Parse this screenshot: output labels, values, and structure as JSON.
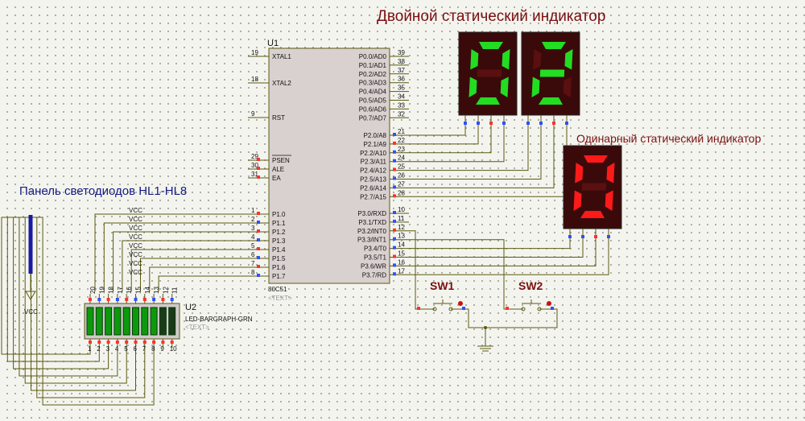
{
  "title_dual": "Двойной статический индикатор",
  "title_single": "Одинарный статический индикатор",
  "title_leds": "Панель светодиодов HL1-HL8",
  "mcu": {
    "ref": "U1",
    "part": "80C51",
    "text_tag": "<TEXT>",
    "left_pins": [
      {
        "num": "19",
        "name": "XTAL1"
      },
      {
        "num": "18",
        "name": "XTAL2"
      },
      {
        "num": "9",
        "name": "RST"
      },
      {
        "num": "29",
        "name": "PSEN"
      },
      {
        "num": "30",
        "name": "ALE"
      },
      {
        "num": "31",
        "name": "EA"
      },
      {
        "num": "1",
        "name": "P1.0"
      },
      {
        "num": "2",
        "name": "P1.1"
      },
      {
        "num": "3",
        "name": "P1.2"
      },
      {
        "num": "4",
        "name": "P1.3"
      },
      {
        "num": "5",
        "name": "P1.4"
      },
      {
        "num": "6",
        "name": "P1.5"
      },
      {
        "num": "7",
        "name": "P1.6"
      },
      {
        "num": "8",
        "name": "P1.7"
      }
    ],
    "right_pins": [
      {
        "num": "39",
        "name": "P0.0/AD0"
      },
      {
        "num": "38",
        "name": "P0.1/AD1"
      },
      {
        "num": "37",
        "name": "P0.2/AD2"
      },
      {
        "num": "36",
        "name": "P0.3/AD3"
      },
      {
        "num": "35",
        "name": "P0.4/AD4"
      },
      {
        "num": "34",
        "name": "P0.5/AD5"
      },
      {
        "num": "33",
        "name": "P0.6/AD6"
      },
      {
        "num": "32",
        "name": "P0.7/AD7"
      },
      {
        "num": "21",
        "name": "P2.0/A8"
      },
      {
        "num": "22",
        "name": "P2.1/A9"
      },
      {
        "num": "23",
        "name": "P2.2/A10"
      },
      {
        "num": "24",
        "name": "P2.3/A11"
      },
      {
        "num": "25",
        "name": "P2.4/A12"
      },
      {
        "num": "26",
        "name": "P2.5/A13"
      },
      {
        "num": "27",
        "name": "P2.6/A14"
      },
      {
        "num": "28",
        "name": "P2.7/A15"
      },
      {
        "num": "10",
        "name": "P3.0/RXD"
      },
      {
        "num": "11",
        "name": "P3.1/TXD"
      },
      {
        "num": "12",
        "name": "P3.2/INT0"
      },
      {
        "num": "13",
        "name": "P3.3/INT1"
      },
      {
        "num": "14",
        "name": "P3.4/T0"
      },
      {
        "num": "15",
        "name": "P3.5/T1"
      },
      {
        "num": "16",
        "name": "P3.6/WR"
      },
      {
        "num": "17",
        "name": "P3.7/RD"
      }
    ]
  },
  "vcc_label": "VCC",
  "bargraph": {
    "ref": "U2",
    "part": "LED-BARGRAPH-GRN",
    "text_tag": "<TEXT>",
    "top_pins": [
      "20",
      "19",
      "18",
      "17",
      "16",
      "15",
      "14",
      "13",
      "12",
      "11"
    ],
    "bottom_pins": [
      "1",
      "2",
      "3",
      "4",
      "5",
      "6",
      "7",
      "8",
      "9",
      "10"
    ],
    "lit": [
      1,
      1,
      1,
      1,
      1,
      1,
      1,
      1,
      0,
      0
    ]
  },
  "switches": [
    {
      "ref": "SW1"
    },
    {
      "ref": "SW2"
    }
  ],
  "dual_display": {
    "digits": [
      "0",
      "2"
    ],
    "color": "#22dd22"
  },
  "single_display": {
    "digits": [
      "0"
    ],
    "color": "#ff1a1a"
  }
}
